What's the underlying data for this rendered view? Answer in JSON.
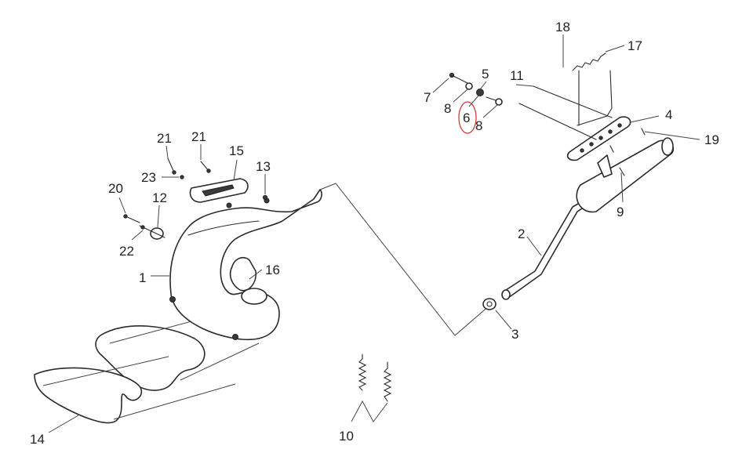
{
  "diagram": {
    "highlight_color": "#d83a3a",
    "line_color": "#2b2b2b",
    "highlighted_callout": "6",
    "callouts": [
      "1",
      "2",
      "3",
      "4",
      "5",
      "6",
      "7",
      "8",
      "8",
      "9",
      "10",
      "11",
      "12",
      "13",
      "14",
      "15",
      "16",
      "17",
      "18",
      "19",
      "20",
      "21",
      "21",
      "22",
      "23"
    ]
  }
}
